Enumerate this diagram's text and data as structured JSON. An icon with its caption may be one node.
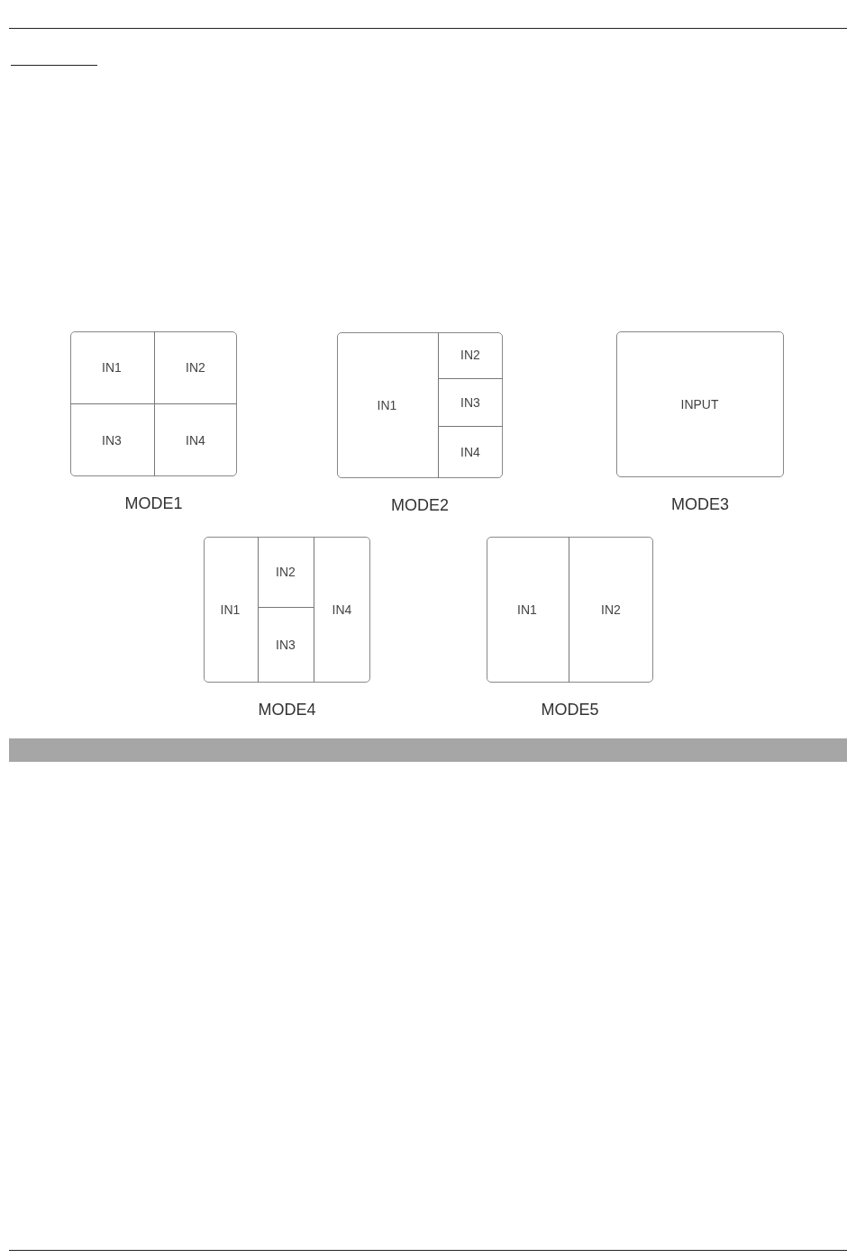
{
  "diagram": {
    "nodes": [
      {
        "text": [
          "MODE1"
        ]
      },
      {
        "text": [
          "IN1"
        ],
        "in": 0
      },
      {
        "text": [
          "IN2"
        ],
        "in": 0
      },
      {
        "text": [
          "IN3"
        ],
        "in": 0
      },
      {
        "text": [
          "IN4"
        ],
        "in": 0
      },
      {
        "text": [
          "MODE2"
        ]
      },
      {
        "text": [
          "IN1"
        ],
        "in": 5
      },
      {
        "text": [
          "IN2"
        ],
        "in": 5
      },
      {
        "text": [
          "IN3"
        ],
        "in": 5
      },
      {
        "text": [
          "IN4"
        ],
        "in": 5
      },
      {
        "text": [
          "MODE3"
        ]
      },
      {
        "text": [
          "INPUT"
        ],
        "in": 10
      },
      {
        "text": [
          "MODE4"
        ]
      },
      {
        "text": [
          "IN1"
        ],
        "in": 12
      },
      {
        "text": [
          "IN2"
        ],
        "in": 12
      },
      {
        "text": [
          "IN3"
        ],
        "in": 12
      },
      {
        "text": [
          "IN4"
        ],
        "in": 12
      },
      {
        "text": [
          "MODE5"
        ]
      },
      {
        "text": [
          "IN1"
        ],
        "in": 17
      },
      {
        "text": [
          "IN2"
        ],
        "in": 17
      }
    ],
    "edges": []
  }
}
